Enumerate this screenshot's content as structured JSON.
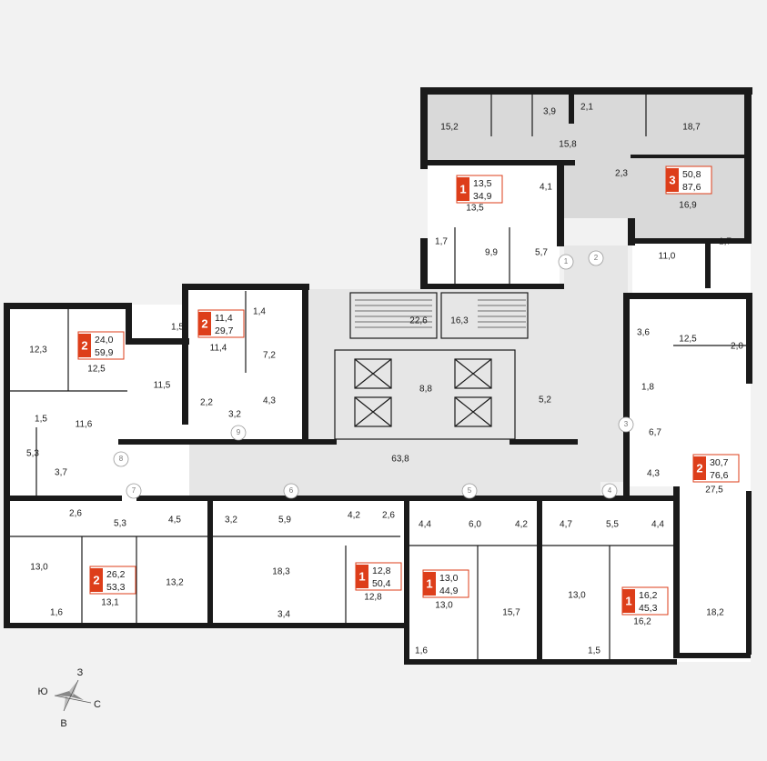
{
  "accent_color": "#dd3e1a",
  "apartments": [
    {
      "id": "apt-3",
      "rooms": "3",
      "living": "50,8",
      "total": "87,6"
    },
    {
      "id": "apt-1-top",
      "rooms": "1",
      "living": "13,5",
      "total": "34,9"
    },
    {
      "id": "apt-2-left",
      "rooms": "2",
      "living": "24,0",
      "total": "59,9"
    },
    {
      "id": "apt-2-small",
      "rooms": "2",
      "living": "11,4",
      "total": "29,7"
    },
    {
      "id": "apt-2-right",
      "rooms": "2",
      "living": "30,7",
      "total": "76,6"
    },
    {
      "id": "apt-2-bottom",
      "rooms": "2",
      "living": "26,2",
      "total": "53,3"
    },
    {
      "id": "apt-1-b1",
      "rooms": "1",
      "living": "12,8",
      "total": "50,4"
    },
    {
      "id": "apt-1-b2",
      "rooms": "1",
      "living": "13,0",
      "total": "44,9"
    },
    {
      "id": "apt-1-b3",
      "rooms": "1",
      "living": "16,2",
      "total": "45,3"
    }
  ],
  "room_areas": {
    "r_15_2": "15,2",
    "r_3_9": "3,9",
    "r_2_1": "2,1",
    "r_18_7": "18,7",
    "r_15_8": "15,8",
    "r_2_3": "2,3",
    "r_16_9": "16,9",
    "r_4_1": "4,1",
    "r_13_5": "13,5",
    "r_1_7a": "1,7",
    "r_9_9": "9,9",
    "r_5_7": "5,7",
    "r_11_0": "11,0",
    "r_1_7b": "1,7",
    "r_22_6": "22,6",
    "r_16_3": "16,3",
    "r_8_8": "8,8",
    "r_5_2": "5,2",
    "r_63_8": "63,8",
    "r_12_3": "12,3",
    "r_12_5a": "12,5",
    "r_1_5a": "1,5",
    "r_11_5": "11,5",
    "r_1_4": "1,4",
    "r_11_4": "11,4",
    "r_7_2": "7,2",
    "r_2_2": "2,2",
    "r_4_3a": "4,3",
    "r_3_2a": "3,2",
    "r_1_5b": "1,5",
    "r_11_6": "11,6",
    "r_5_3a": "5,3",
    "r_3_7": "3,7",
    "r_3_6": "3,6",
    "r_12_5b": "12,5",
    "r_2_0": "2,0",
    "r_1_8": "1,8",
    "r_6_7": "6,7",
    "r_4_3b": "4,3",
    "r_27_5": "27,5",
    "r_2_6a": "2,6",
    "r_5_3b": "5,3",
    "r_4_5": "4,5",
    "r_13_0a": "13,0",
    "r_13_2": "13,2",
    "r_1_6a": "1,6",
    "r_13_1": "13,1",
    "r_3_2b": "3,2",
    "r_5_9": "5,9",
    "r_4_2a": "4,2",
    "r_2_6b": "2,6",
    "r_18_3": "18,3",
    "r_3_4": "3,4",
    "r_12_8": "12,8",
    "r_4_4a": "4,4",
    "r_6_0": "6,0",
    "r_4_2b": "4,2",
    "r_13_0b": "13,0",
    "r_15_7": "15,7",
    "r_1_6b": "1,6",
    "r_4_7": "4,7",
    "r_5_5": "5,5",
    "r_4_4b": "4,4",
    "r_13_0c": "13,0",
    "r_16_2": "16,2",
    "r_1_5c": "1,5",
    "r_18_2": "18,2"
  },
  "entrance_markers": [
    "1",
    "2",
    "3",
    "4",
    "5",
    "6",
    "7",
    "8",
    "9"
  ],
  "compass": {
    "north": "З",
    "west": "Ю",
    "east": "С",
    "south": "В"
  }
}
